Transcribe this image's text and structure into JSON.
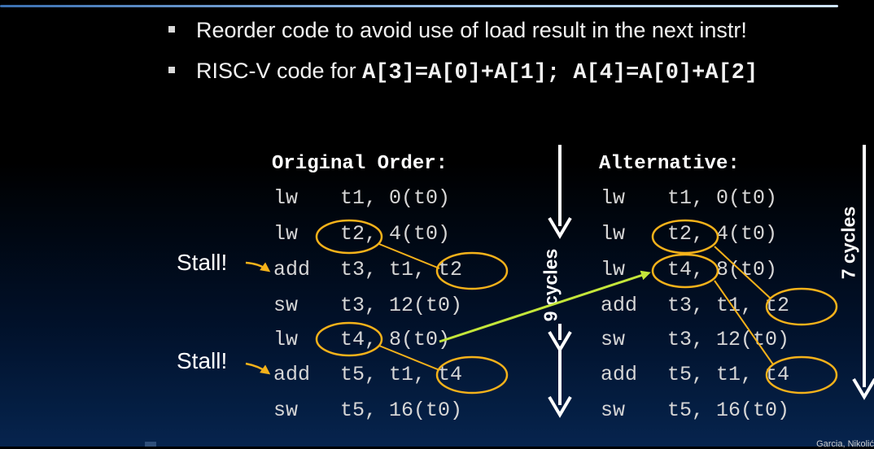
{
  "bullets": [
    {
      "text": "Reorder code to avoid use of load result in the next instr!"
    },
    {
      "prefix": "RISC-V code for ",
      "code": "A[3]=A[0]+A[1]; A[4]=A[0]+A[2]"
    }
  ],
  "original": {
    "heading": "Original Order:",
    "lines": [
      {
        "op": "lw",
        "args": "t1, 0(t0)"
      },
      {
        "op": "lw",
        "args": "t2, 4(t0)"
      },
      {
        "op": "add",
        "args": "t3, t1, t2"
      },
      {
        "op": "sw",
        "args": "t3, 12(t0)"
      },
      {
        "op": "lw",
        "args": "t4, 8(t0)"
      },
      {
        "op": "add",
        "args": "t5, t1, t4"
      },
      {
        "op": "sw",
        "args": "t5, 16(t0)"
      }
    ],
    "cycles_label": "9 cycles"
  },
  "alternative": {
    "heading": "Alternative:",
    "lines": [
      {
        "op": "lw",
        "args": "t1, 0(t0)"
      },
      {
        "op": "lw",
        "args": "t2, 4(t0)"
      },
      {
        "op": "lw",
        "args": "t4, 8(t0)"
      },
      {
        "op": "add",
        "args": "t3, t1, t2"
      },
      {
        "op": "sw",
        "args": "t3, 12(t0)"
      },
      {
        "op": "add",
        "args": "t5, t1, t4"
      },
      {
        "op": "sw",
        "args": "t5, 16(t0)"
      }
    ],
    "cycles_label": "7 cycles"
  },
  "stall_labels": [
    "Stall!",
    "Stall!"
  ],
  "credit": "Garcia, Nikolić",
  "colors": {
    "highlight": "#f5b21a",
    "move_arrow": "#c4e63a",
    "arrow": "#ffffff"
  }
}
